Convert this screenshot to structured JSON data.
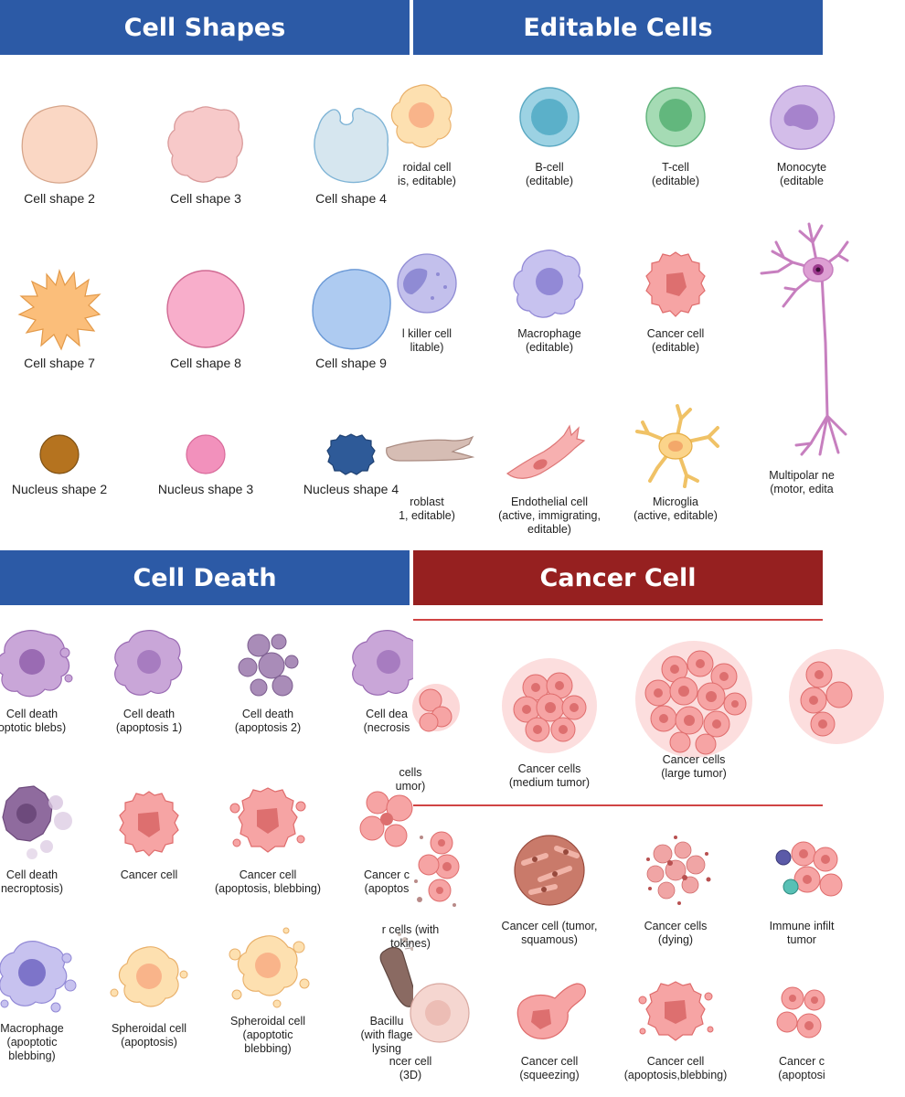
{
  "panels": {
    "cell_shapes": {
      "title": "Cell Shapes",
      "items": [
        {
          "label": "Cell shape 2"
        },
        {
          "label": "Cell shape 3"
        },
        {
          "label": "Cell shape 4"
        },
        {
          "label": "Cell shape 7"
        },
        {
          "label": "Cell shape 8"
        },
        {
          "label": "Cell shape 9"
        },
        {
          "label": "Nucleus shape 2"
        },
        {
          "label": "Nucleus shape 3"
        },
        {
          "label": "Nucleus shape 4"
        }
      ]
    },
    "editable_cells": {
      "title": "Editable Cells",
      "items": [
        {
          "label": "roidal cell\nis, editable)"
        },
        {
          "label": "B-cell\n(editable)"
        },
        {
          "label": "T-cell\n(editable)"
        },
        {
          "label": "Monocyte\n(editable"
        },
        {
          "label": "l killer cell\nlitable)"
        },
        {
          "label": "Macrophage\n(editable)"
        },
        {
          "label": "Cancer cell\n(editable)"
        },
        {
          "label": "roblast\n1, editable)"
        },
        {
          "label": "Endothelial cell\n(active, immigrating,\neditable)"
        },
        {
          "label": "Microglia\n(active, editable)"
        },
        {
          "label": "Multipolar ne\n(motor, edita"
        }
      ]
    },
    "cell_death": {
      "title": "Cell Death",
      "items": [
        {
          "label": "Cell death\noptotic blebs)"
        },
        {
          "label": "Cell death\n(apoptosis 1)"
        },
        {
          "label": "Cell death\n(apoptosis 2)"
        },
        {
          "label": "Cell dea\n(necrosis"
        },
        {
          "label": "Cell death\nnecroptosis)"
        },
        {
          "label": "Cancer cell"
        },
        {
          "label": "Cancer cell\n(apoptosis, blebbing)"
        },
        {
          "label": "Cancer c\n(apoptos"
        },
        {
          "label": "Macrophage\n(apoptotic\nblebbing)"
        },
        {
          "label": "Spheroidal cell\n(apoptosis)"
        },
        {
          "label": "Spheroidal cell\n(apoptotic\nblebbing)"
        },
        {
          "label": "Bacillu\n(with flage\nlysing"
        }
      ]
    },
    "cancer_cell": {
      "title": "Cancer Cell",
      "items": [
        {
          "label": "cells\numor)"
        },
        {
          "label": "Cancer cells\n(medium tumor)"
        },
        {
          "label": "Cancer cells\n(large tumor)"
        },
        {
          "label": "r cells (with\ntokines)"
        },
        {
          "label": "Cancer cell (tumor,\nsquamous)"
        },
        {
          "label": "Cancer cells\n(dying)"
        },
        {
          "label": "Immune infilt\ntumor"
        },
        {
          "label": "ncer cell\n(3D)"
        },
        {
          "label": "Cancer cell\n(squeezing)"
        },
        {
          "label": "Cancer cell\n(apoptosis,blebbing)"
        },
        {
          "label": "Cancer c\n(apoptosi"
        }
      ]
    }
  },
  "colors": {
    "header_blue": "#2c5aa6",
    "header_red": "#962020",
    "divider_red": "#d04444"
  }
}
